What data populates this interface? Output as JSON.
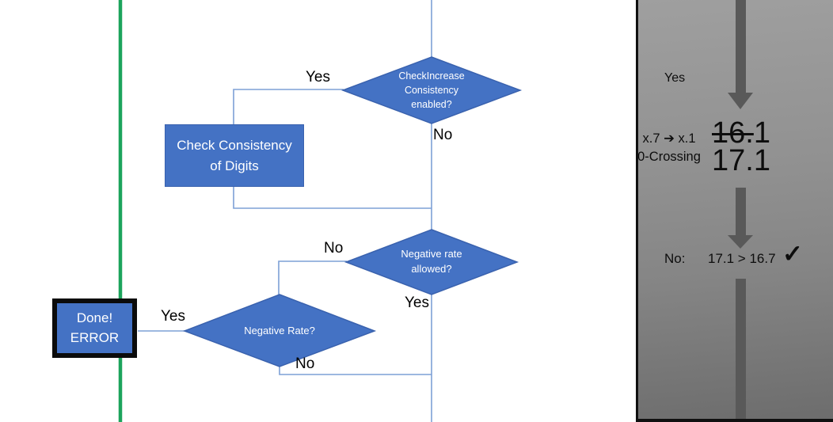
{
  "colors": {
    "shape_blue": "#4472C4",
    "shape_border": "#3A62AE",
    "connector_blue": "#7DA0D6",
    "accent_green": "#1CA45C",
    "arrow_gray": "#595959",
    "panel_gray_top": "#9F9F9F",
    "panel_gray_bottom": "#6D6D6D"
  },
  "flowchart": {
    "decision_check_increase": {
      "line1": "CheckIncrease",
      "line2": "Consistency",
      "line3": "enabled?",
      "yes_label": "Yes",
      "no_label": "No"
    },
    "process_check_consistency": {
      "line1": "Check Consistency",
      "line2": "of Digits"
    },
    "decision_negative_rate_allowed": {
      "line1": "Negative rate",
      "line2": "allowed?",
      "no_label": "No",
      "yes_label": "Yes"
    },
    "decision_negative_rate": {
      "label": "Negative Rate?",
      "yes_label": "Yes",
      "no_label": "No"
    },
    "terminal_done_error": {
      "line1": "Done!",
      "line2": "ERROR"
    }
  },
  "panel": {
    "yes_label": "Yes",
    "rule_line1": "x.7 ➔ x.1",
    "rule_line2": "0-Crossing",
    "old_value_struck": "16.",
    "old_value_rest": "1",
    "new_value": "17.1",
    "result_label": "No:",
    "result_comparison": "17.1 > 16.7",
    "checkmark": "✓"
  }
}
